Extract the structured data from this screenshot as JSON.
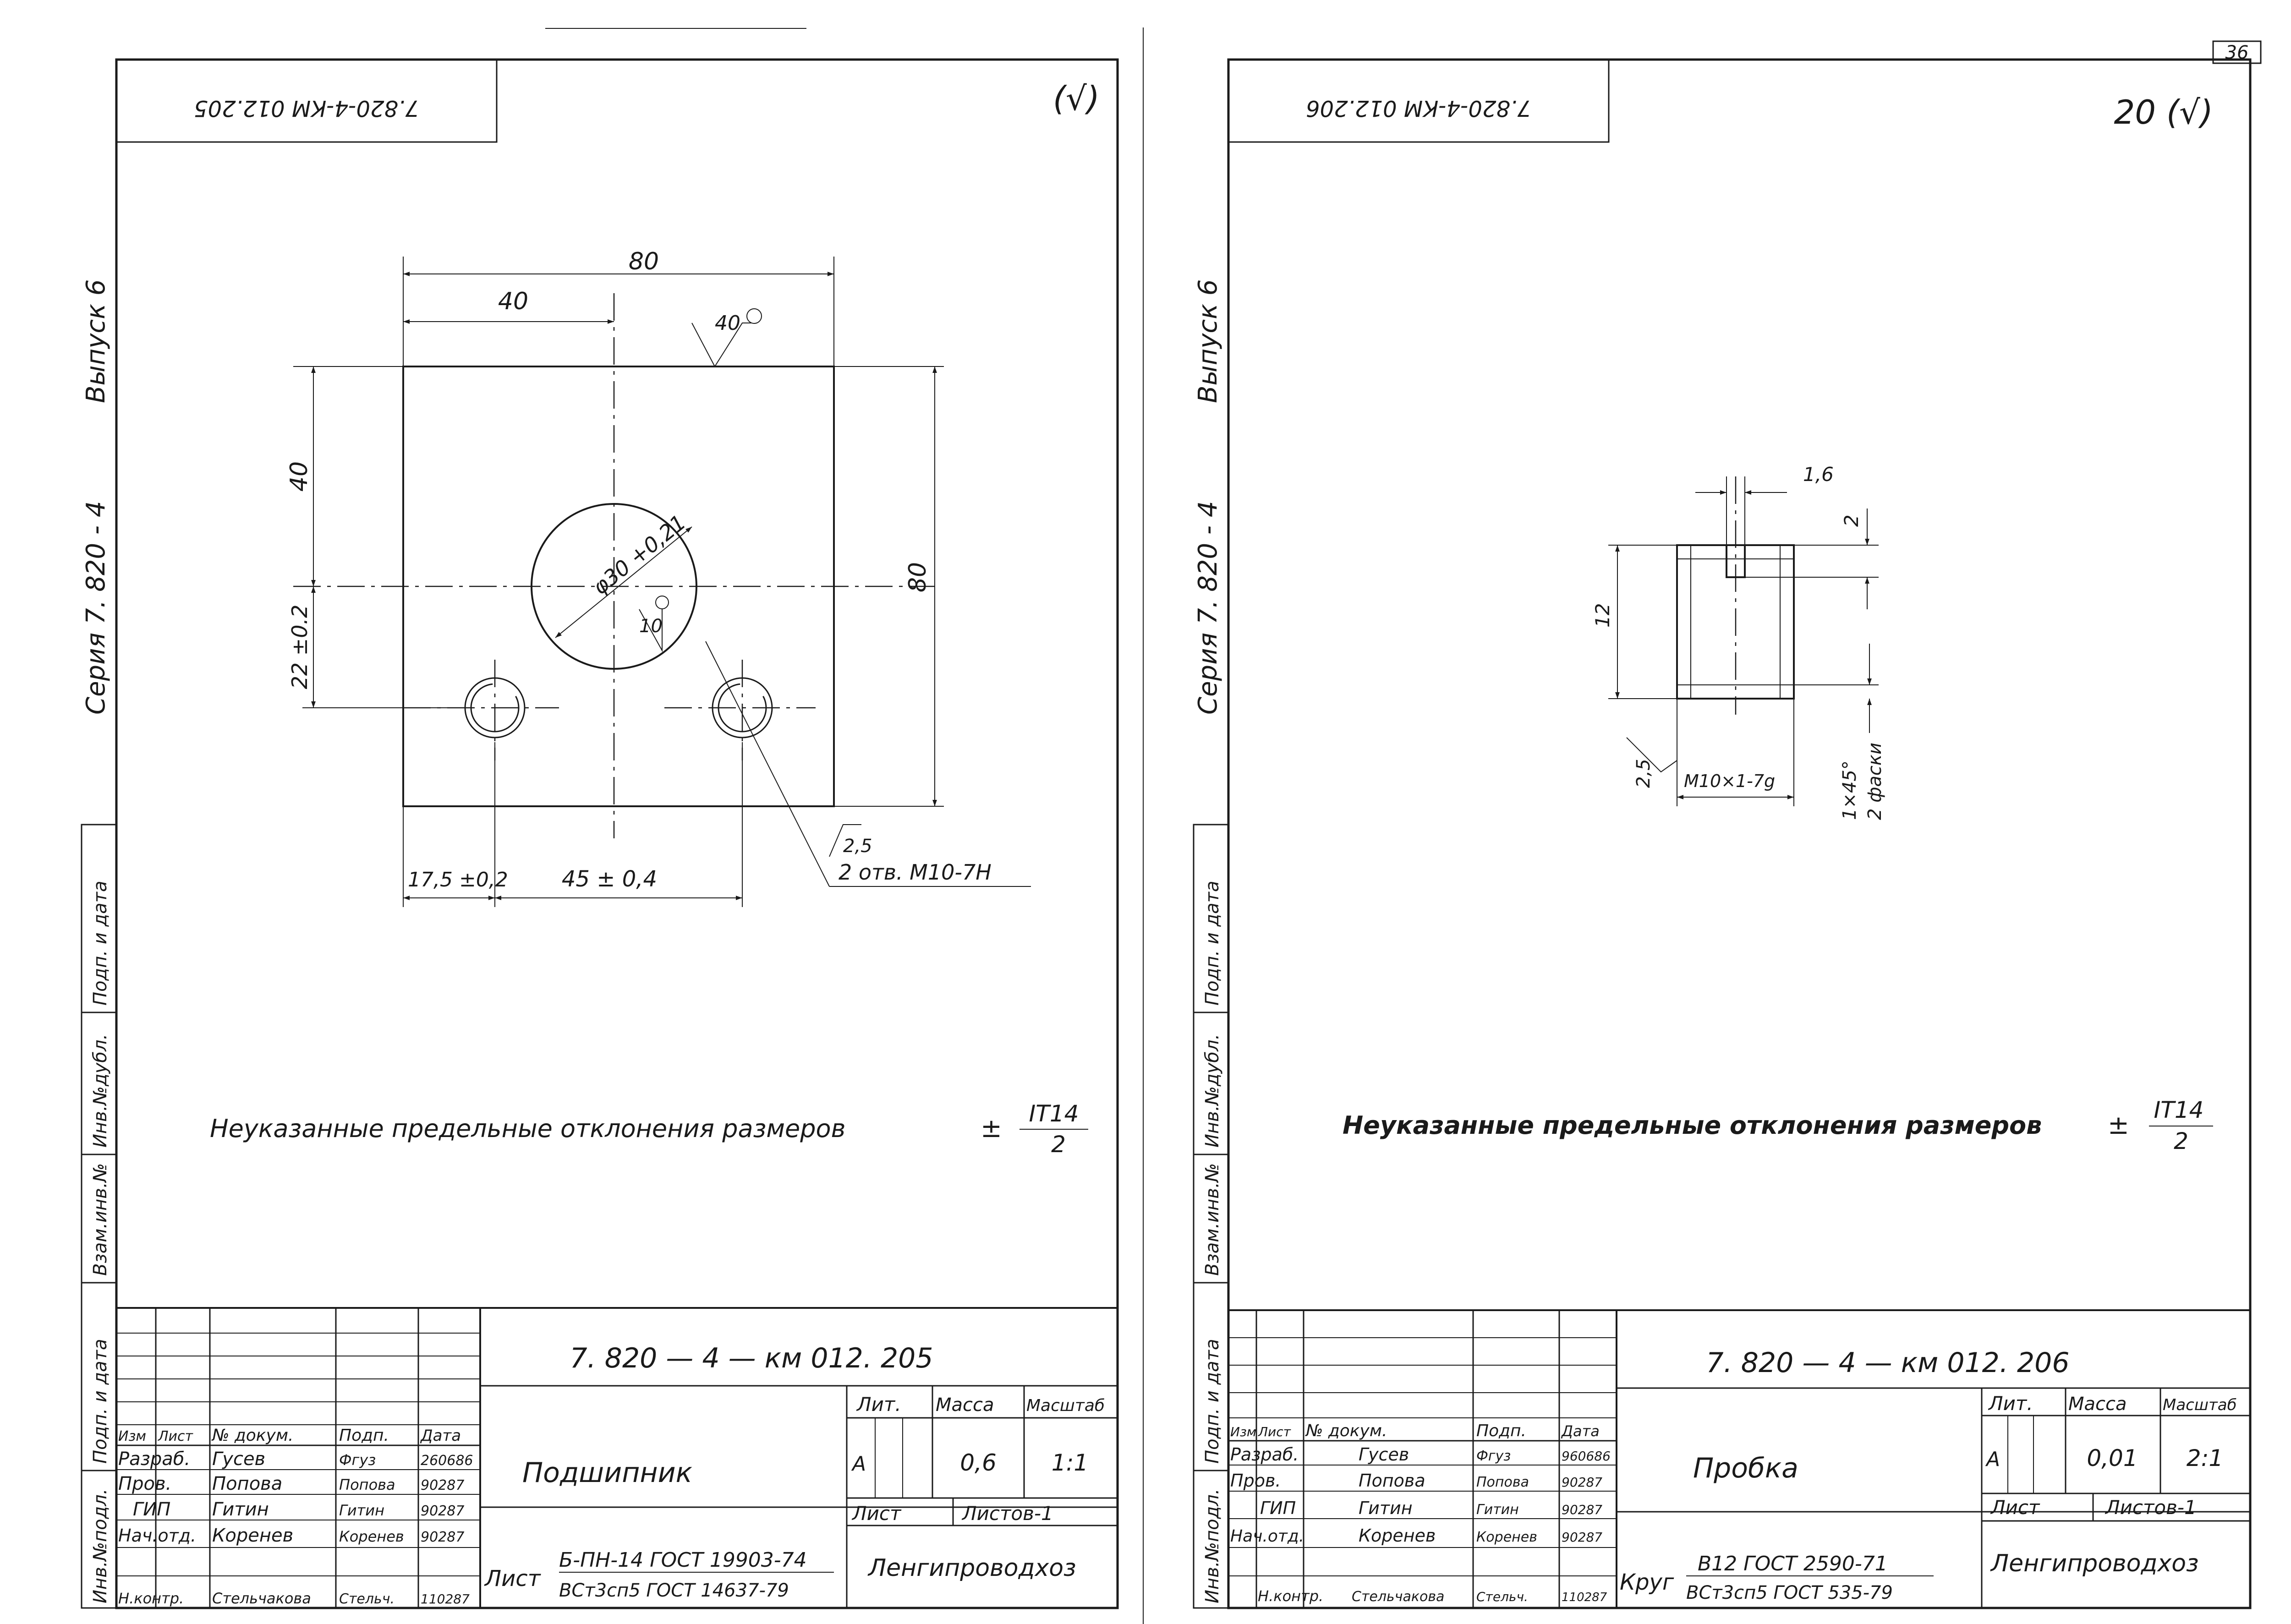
{
  "page_number": "36",
  "series_strip": {
    "series": "Серия  7. 820 - 4",
    "issue": "Выпуск 6"
  },
  "binding_strip": [
    "Инв.№подл.",
    "Подп. и дата",
    "Взам.инв.№",
    "Инв.№дубл.",
    "Подп. и дата"
  ],
  "sheets": [
    {
      "doc_code": "7. 820 — 4 — км 012. 205",
      "mirror_code": "7.820-4-КМ 012.205",
      "roughness_mark": "(√)",
      "tolerance_note": "Неуказанные предельные отклонения размеров",
      "tolerance_value": "± IT14 / 2",
      "tolerance_num": "IT14",
      "tolerance_den": "2",
      "dims": {
        "w80": "80",
        "w40": "40",
        "h40": "40",
        "h80": "80",
        "h22": "22 ±0.2",
        "dia": "φ30 +0,21",
        "rough40": "40",
        "rough10": "10",
        "d17": "17,5 ±0,2",
        "d45": "45 ± 0,4",
        "thread_note": "2 отв. М10-7Н",
        "rough25": "2,5"
      },
      "title_block": {
        "name": "Подшипник",
        "lit_header": "Лит.",
        "mass_header": "Масса",
        "scale_header": "Масштаб",
        "lit": "А",
        "mass": "0,6",
        "scale": "1:1",
        "sheet_label": "Лист",
        "sheets_label": "Листов-1",
        "org": "Ленгипроводхоз",
        "material_prefix": "Лист",
        "material_top": "Б-ПН-14 ГОСТ 19903-74",
        "material_bottom": "ВСт3сп5 ГОСТ 14637-79",
        "header_row": [
          "Изм",
          "Лист",
          "№ докум.",
          "Подп.",
          "Дата"
        ],
        "rows": [
          {
            "role": "Разраб.",
            "name": "Гусев",
            "sig": "Фгуз",
            "date": "260686"
          },
          {
            "role": "Пров.",
            "name": "Попова",
            "sig": "Попова",
            "date": "90287"
          },
          {
            "role": "ГИП",
            "name": "Гитин",
            "sig": "Гитин",
            "date": "90287"
          },
          {
            "role": "Нач.отд.",
            "name": "Коренев",
            "sig": "Коренев",
            "date": "90287"
          },
          {
            "role": "Н.контр.",
            "name": "Стельчакова",
            "sig": "Стельч.",
            "date": "110287"
          }
        ]
      }
    },
    {
      "doc_code": "7. 820 — 4 — км 012. 206",
      "mirror_code": "7.820-4-КМ 012.206",
      "roughness_mark": "20 (√)",
      "tolerance_note": "Неуказанные предельные отклонения размеров",
      "tolerance_value": "± IT14 / 2",
      "tolerance_num": "IT14",
      "tolerance_den": "2",
      "dims": {
        "d16": "1,6",
        "d2": "2",
        "d12": "12",
        "d25": "2,5",
        "thread": "М10×1-7g",
        "chamfer": "1×45°",
        "chamfer_note": "2 фаски"
      },
      "title_block": {
        "name": "Пробка",
        "lit_header": "Лит.",
        "mass_header": "Масса",
        "scale_header": "Масштаб",
        "lit": "А",
        "mass": "0,01",
        "scale": "2:1",
        "sheet_label": "Лист",
        "sheets_label": "Листов-1",
        "org": "Ленгипроводхоз",
        "material_prefix": "Круг",
        "material_top": "В12 ГОСТ 2590-71",
        "material_bottom": "ВСт3сп5 ГОСТ 535-79",
        "header_row": [
          "Изм",
          "Лист",
          "№ докум.",
          "Подп.",
          "Дата"
        ],
        "rows": [
          {
            "role": "Разраб.",
            "name": "Гусев",
            "sig": "Фгуз",
            "date": "960686"
          },
          {
            "role": "Пров.",
            "name": "Попова",
            "sig": "Попова",
            "date": "90287"
          },
          {
            "role": "ГИП",
            "name": "Гитин",
            "sig": "Гитин",
            "date": "90287"
          },
          {
            "role": "Нач.отд.",
            "name": "Коренев",
            "sig": "Коренев",
            "date": "90287"
          },
          {
            "role": "Н.контр.",
            "name": "Стельчакова",
            "sig": "Стельч.",
            "date": "110287"
          }
        ]
      }
    }
  ]
}
